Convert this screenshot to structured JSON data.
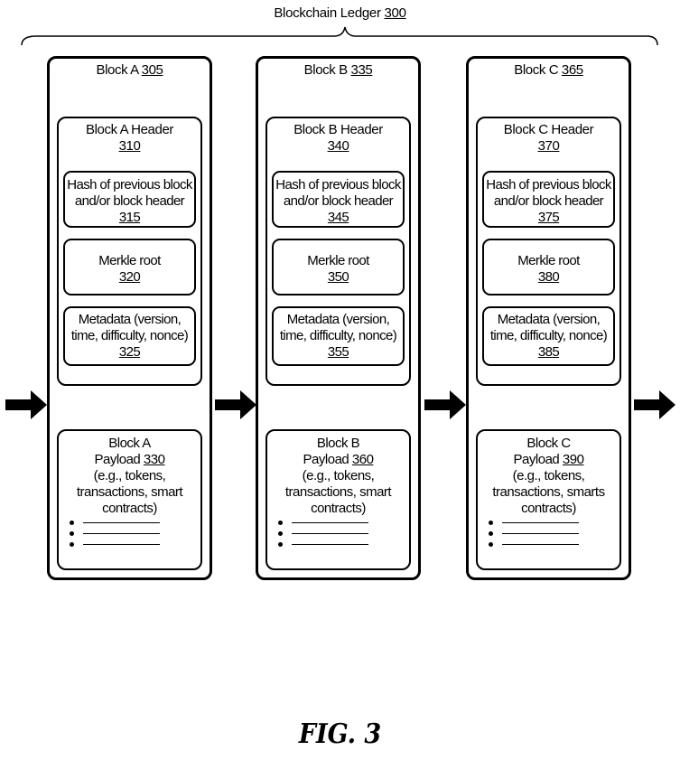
{
  "ledger": {
    "title": "Blockchain Ledger ",
    "ref": "300"
  },
  "blocks": [
    {
      "title": "Block A ",
      "ref": "305",
      "header_title": "Block A Header",
      "header_ref": "310",
      "hash_line1": "Hash of previous block",
      "hash_line2": "and/or block header",
      "hash_ref": "315",
      "merkle_label": "Merkle root",
      "merkle_ref": "320",
      "meta_line1": "Metadata (version,",
      "meta_line2": "time, difficulty, nonce)",
      "meta_ref": "325",
      "payload_line1": "Block A",
      "payload_label": "Payload ",
      "payload_ref": "330",
      "payload_line3": "(e.g., tokens,",
      "payload_line4": "transactions, smart",
      "payload_line5": "contracts)"
    },
    {
      "title": "Block B ",
      "ref": "335",
      "header_title": "Block B Header",
      "header_ref": "340",
      "hash_line1": "Hash of previous block",
      "hash_line2": "and/or block header",
      "hash_ref": "345",
      "merkle_label": "Merkle root",
      "merkle_ref": "350",
      "meta_line1": "Metadata (version,",
      "meta_line2": "time, difficulty, nonce)",
      "meta_ref": "355",
      "payload_line1": "Block B",
      "payload_label": "Payload ",
      "payload_ref": "360",
      "payload_line3": "(e.g., tokens,",
      "payload_line4": "transactions, smart",
      "payload_line5": "contracts)"
    },
    {
      "title": "Block C ",
      "ref": "365",
      "header_title": "Block C Header",
      "header_ref": "370",
      "hash_line1": "Hash of previous block",
      "hash_line2": "and/or block header",
      "hash_ref": "375",
      "merkle_label": "Merkle root",
      "merkle_ref": "380",
      "meta_line1": "Metadata (version,",
      "meta_line2": "time, difficulty, nonce)",
      "meta_ref": "385",
      "payload_line1": "Block C",
      "payload_label": "Payload ",
      "payload_ref": "390",
      "payload_line3": "(e.g., tokens,",
      "payload_line4": "transactions, smarts",
      "payload_line5": "contracts)"
    }
  ],
  "figure": {
    "caption": "FIG. 3"
  }
}
